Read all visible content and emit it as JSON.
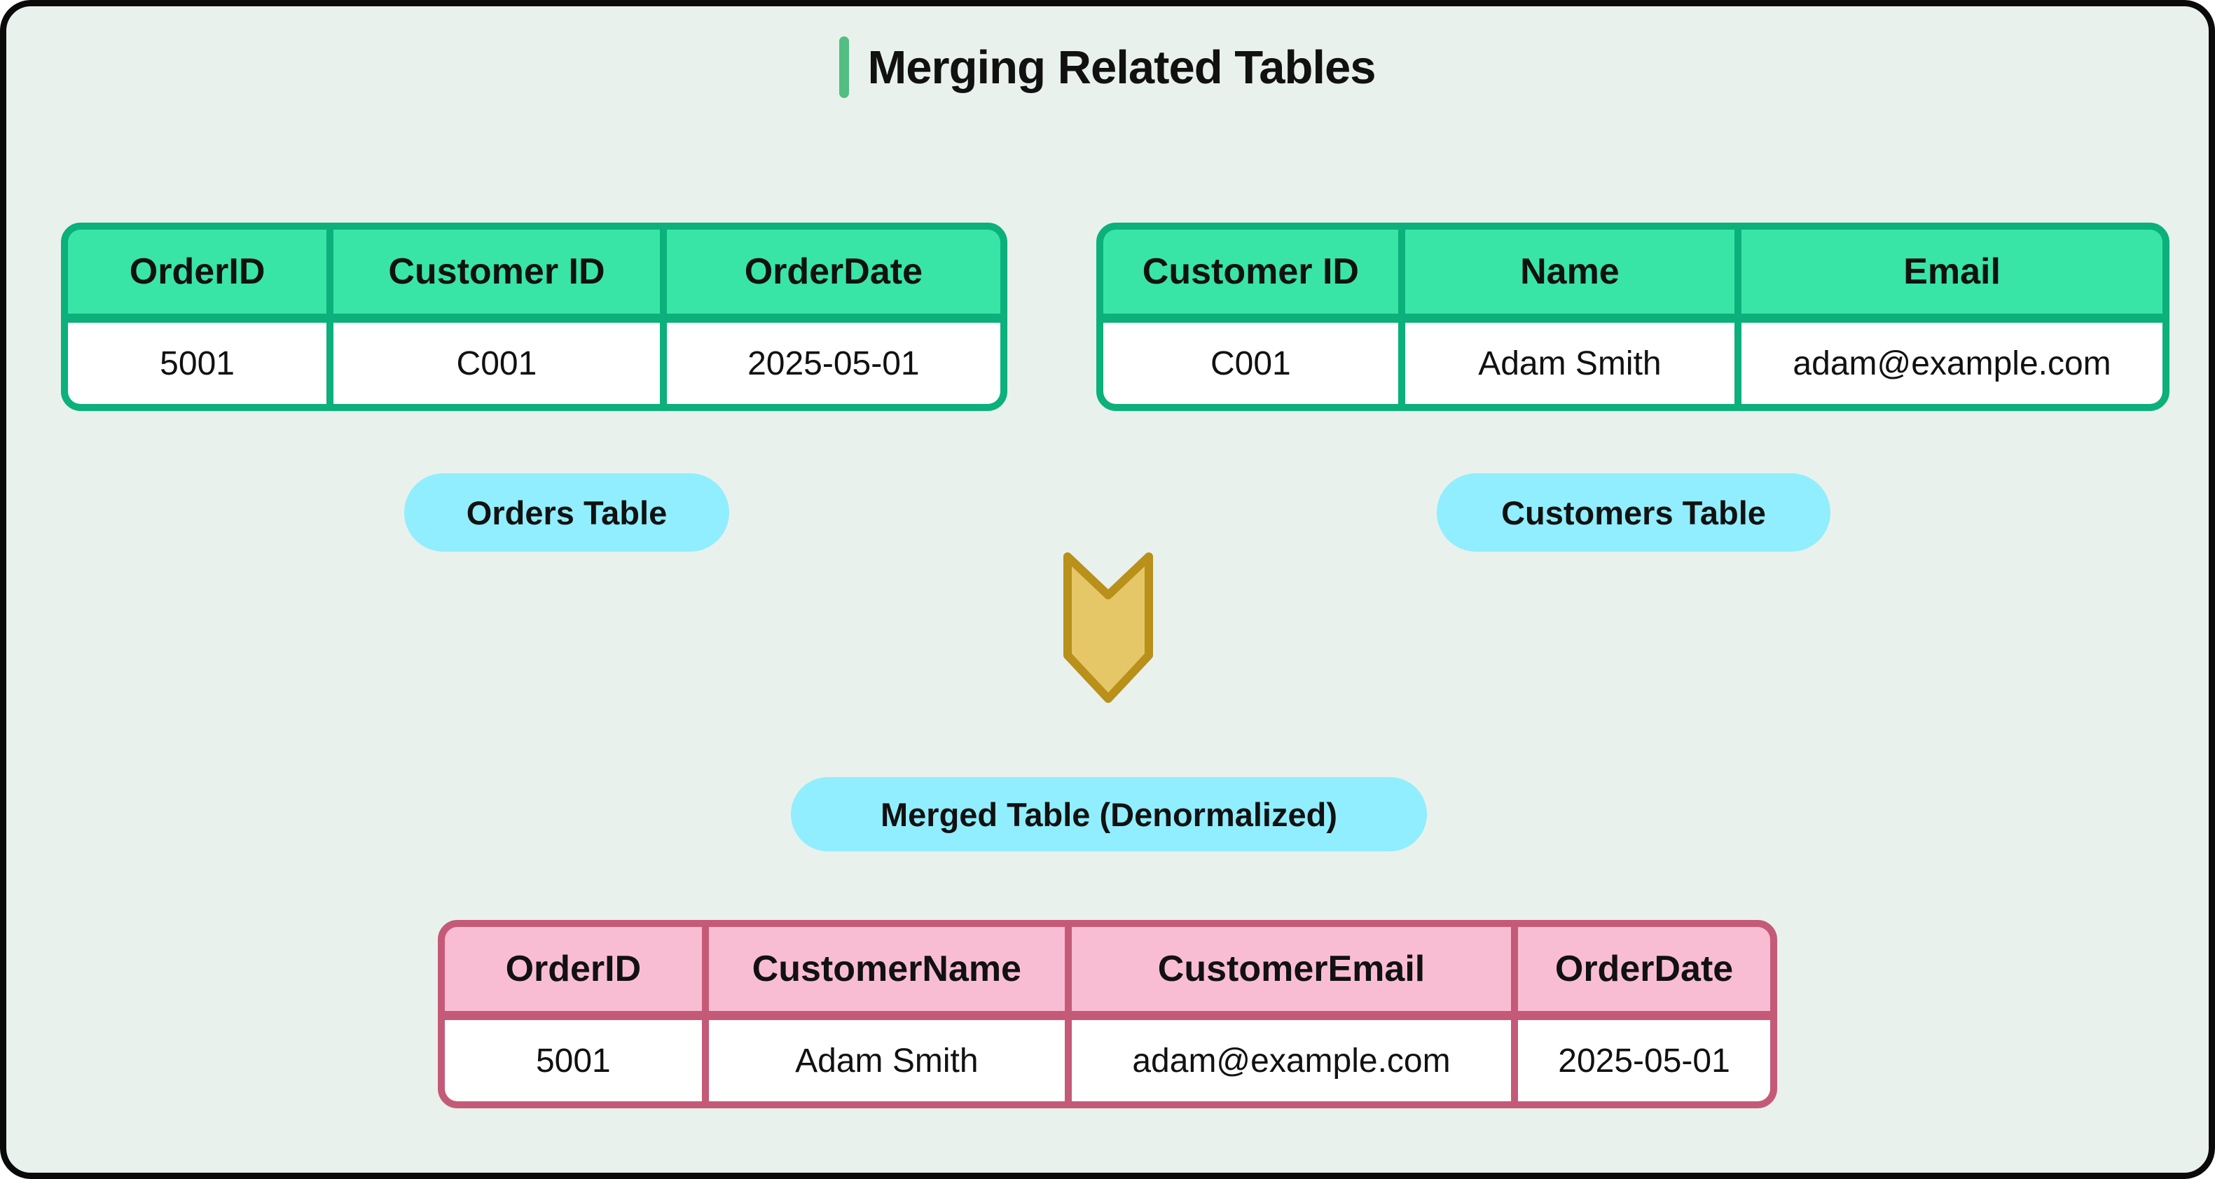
{
  "title": {
    "text": "Merging Related Tables"
  },
  "colors": {
    "background": "#e9f1ed",
    "panel_border": "#0a0a0a",
    "green_header": "#38e5a7",
    "green_border": "#0bb07b",
    "pink_header": "#f9bdd3",
    "pink_border": "#c45a78",
    "pill_bg": "#90eefe",
    "arrow_fill": "#e5c768",
    "arrow_stroke": "#b8901a",
    "accent_bar": "#52be83",
    "text": "#111111"
  },
  "tables": {
    "orders": {
      "label": "Orders Table",
      "columns": [
        "OrderID",
        "Customer ID",
        "OrderDate"
      ],
      "rows": [
        [
          "5001",
          "C001",
          "2025-05-01"
        ]
      ]
    },
    "customers": {
      "label": "Customers Table",
      "columns": [
        "Customer ID",
        "Name",
        "Email"
      ],
      "rows": [
        [
          "C001",
          "Adam Smith",
          "adam@example.com"
        ]
      ]
    },
    "merged": {
      "label": "Merged Table (Denormalized)",
      "columns": [
        "OrderID",
        "CustomerName",
        "CustomerEmail",
        "OrderDate"
      ],
      "rows": [
        [
          "5001",
          "Adam Smith",
          "adam@example.com",
          "2025-05-01"
        ]
      ]
    }
  },
  "arrow": {
    "name": "merge-direction-down"
  }
}
